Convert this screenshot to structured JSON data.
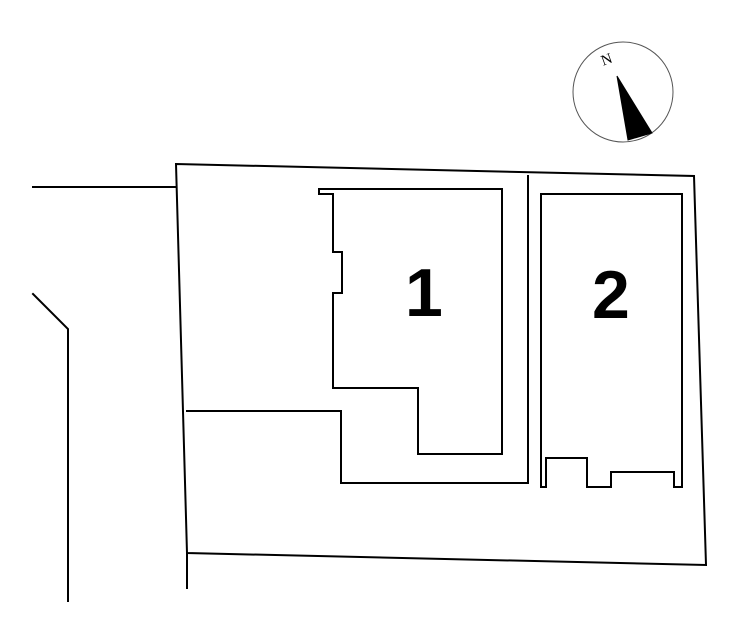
{
  "compass": {
    "north_letter": "N",
    "icon": "north-arrow-icon"
  },
  "lots": [
    {
      "label": "1"
    },
    {
      "label": "2"
    }
  ]
}
